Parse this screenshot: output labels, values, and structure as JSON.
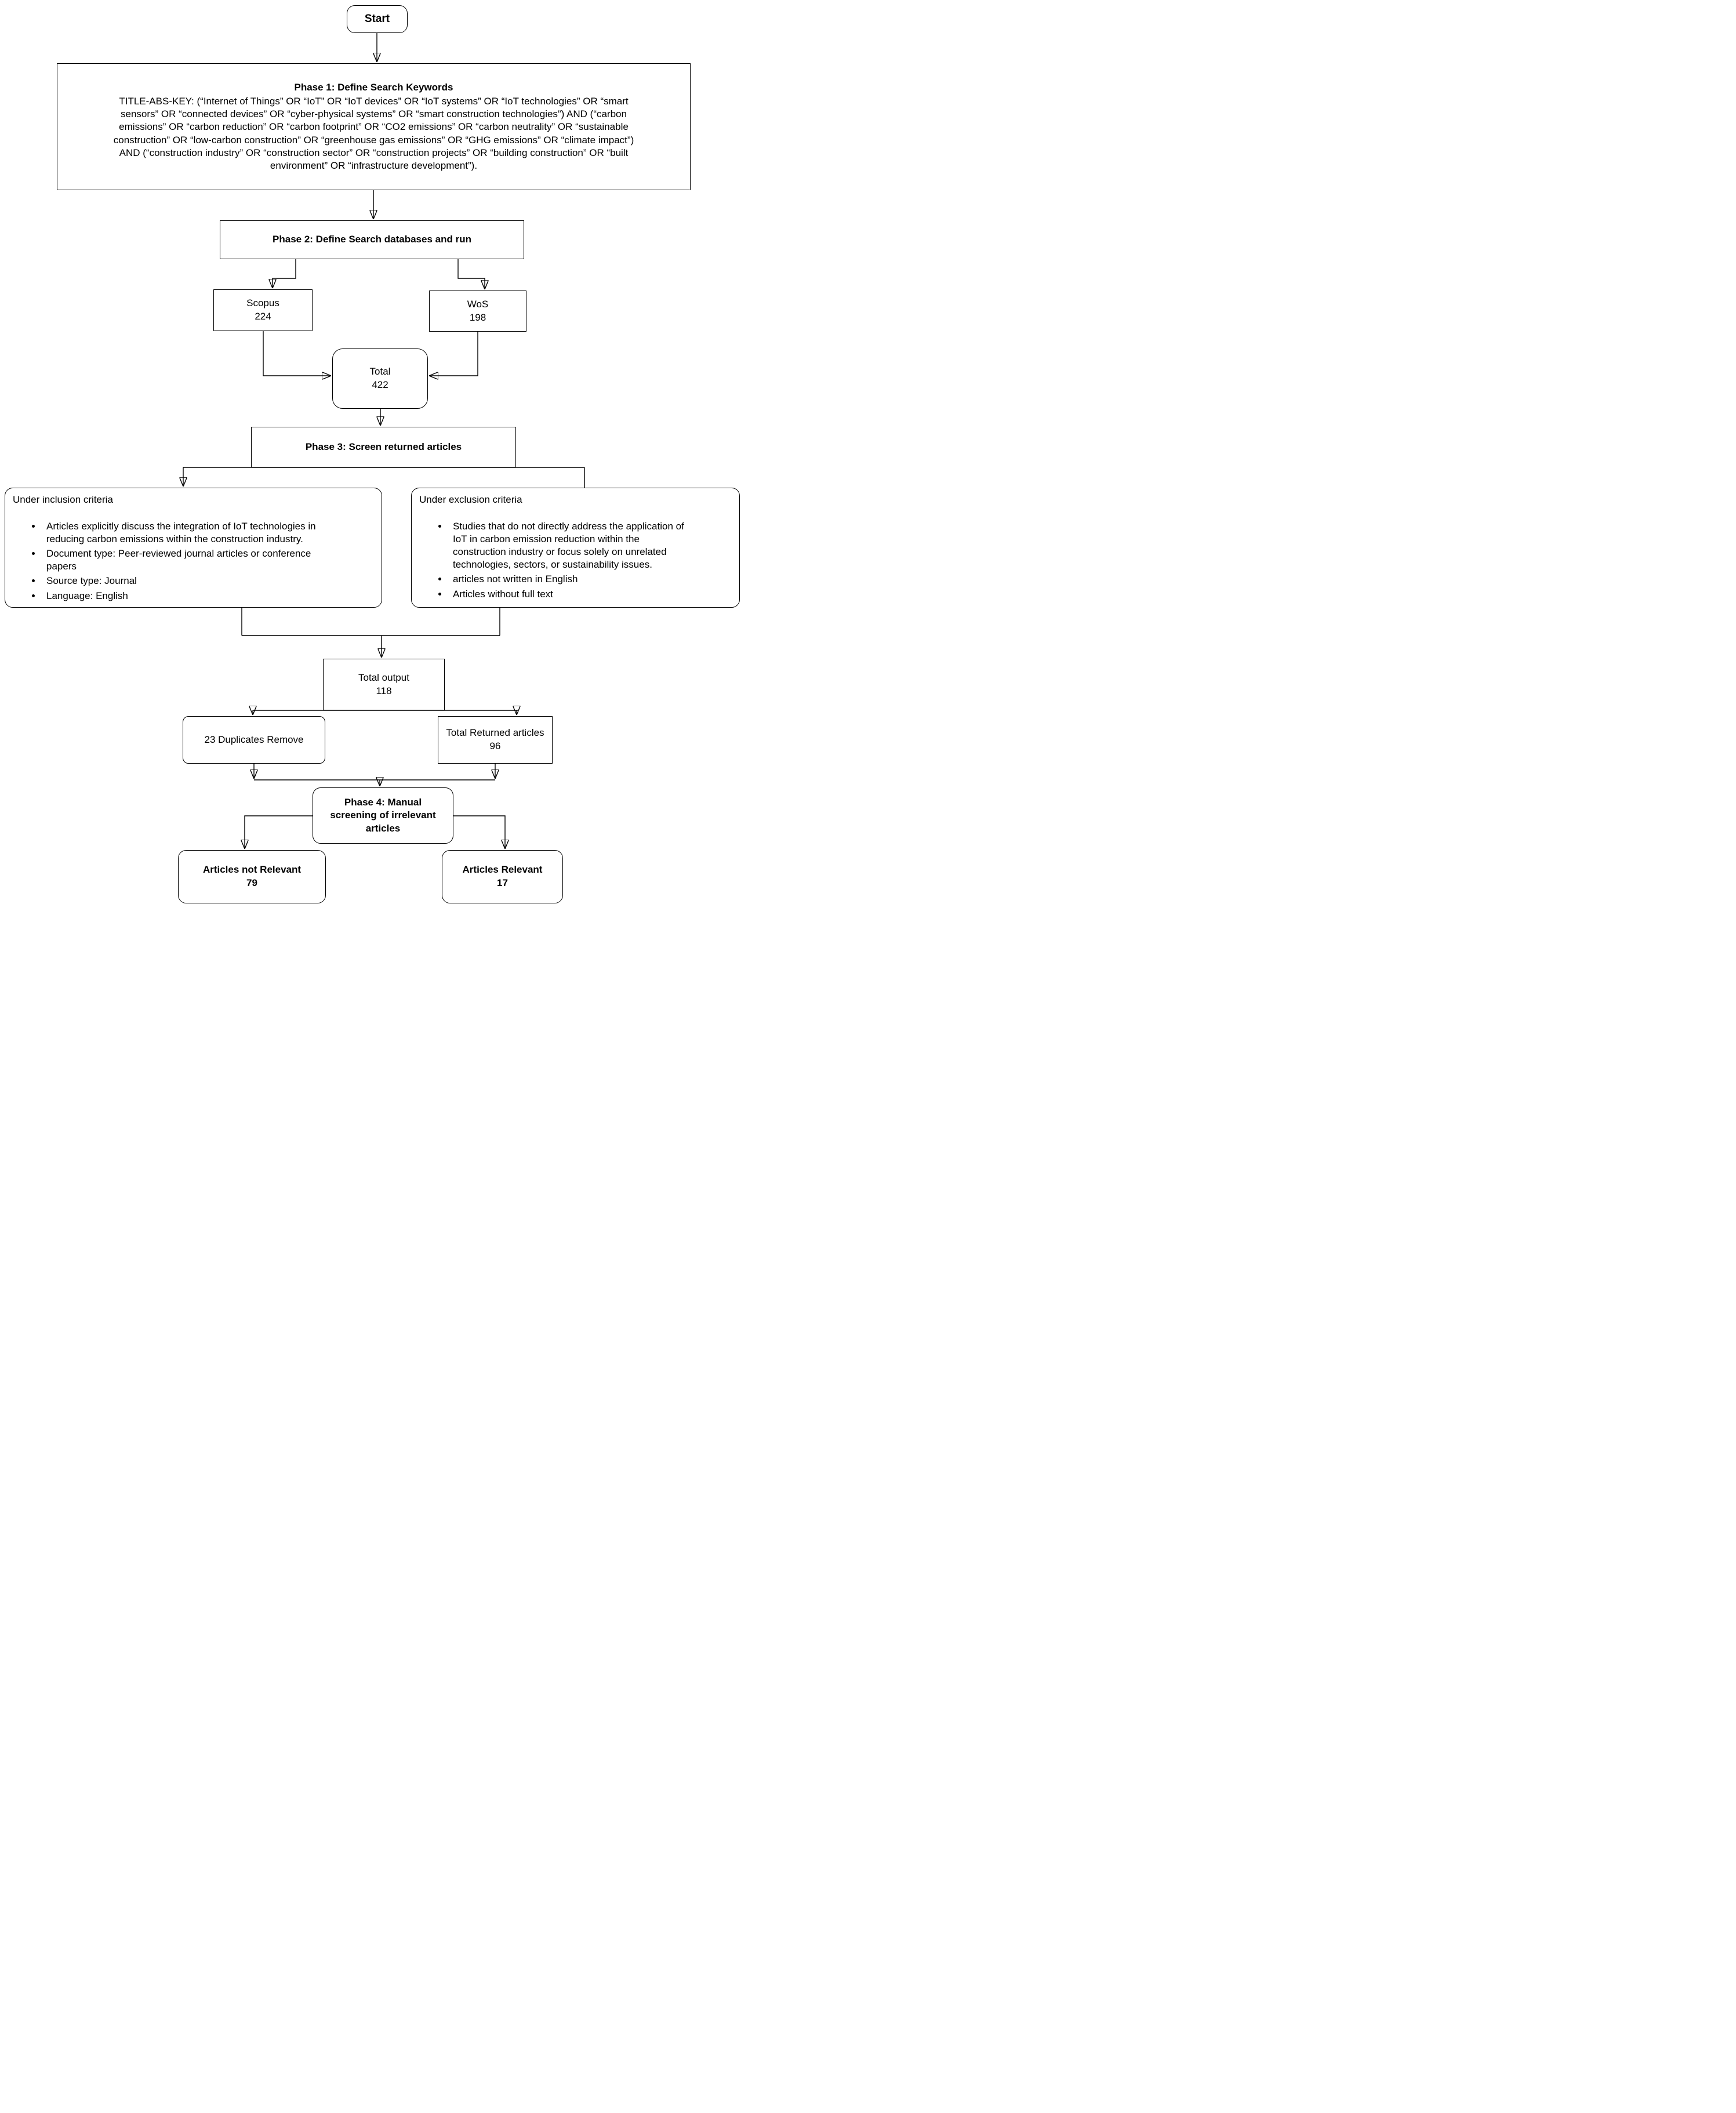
{
  "colors": {
    "stroke": "#000000",
    "background": "#ffffff"
  },
  "diagram": {
    "start": {
      "label": "Start"
    },
    "phase1": {
      "title": "Phase 1: Define Search Keywords",
      "body": "TITLE-ABS-KEY: (“Internet of Things” OR “IoT” OR “IoT devices” OR “IoT systems” OR “IoT technologies” OR “smart\nsensors” OR “connected devices” OR “cyber-physical systems” OR “smart construction technologies”) AND (“carbon\nemissions” OR “carbon reduction” OR “carbon footprint” OR “CO2 emissions” OR “carbon neutrality” OR “sustainable\nconstruction” OR “low-carbon construction” OR “greenhouse gas emissions” OR “GHG emissions” OR “climate impact”)\nAND (“construction industry” OR “construction sector” OR “construction projects” OR “building construction” OR “built\nenvironment” OR “infrastructure development”)."
    },
    "phase2": {
      "title": "Phase 2: Define Search databases and run"
    },
    "scopus": {
      "label": "Scopus",
      "count": "224"
    },
    "wos": {
      "label": "WoS",
      "count": "198"
    },
    "total": {
      "label": "Total",
      "count": "422"
    },
    "phase3": {
      "title": "Phase 3: Screen returned articles"
    },
    "inclusion": {
      "title": "Under inclusion criteria",
      "bullets": [
        "Articles explicitly discuss the integration of IoT technologies in\nreducing carbon emissions within the construction industry.",
        "Document type: Peer-reviewed journal articles or conference\npapers",
        "Source type: Journal",
        "Language: English"
      ]
    },
    "exclusion": {
      "title": "Under exclusion criteria",
      "bullets": [
        "Studies that do not directly address the application of\nIoT in carbon emission reduction within the\nconstruction industry or focus solely on unrelated\ntechnologies, sectors, or sustainability issues.",
        "articles not written in English",
        "Articles without full text"
      ]
    },
    "total_output": {
      "label": "Total output",
      "count": "118"
    },
    "duplicates": {
      "label": "23 Duplicates Remove"
    },
    "returned": {
      "label": "Total Returned articles",
      "count": "96"
    },
    "phase4": {
      "title": "Phase 4: Manual screening of irrelevant articles"
    },
    "not_relevant": {
      "label": "Articles not  Relevant",
      "count": "79"
    },
    "relevant": {
      "label": "Articles Relevant",
      "count": "17"
    }
  }
}
